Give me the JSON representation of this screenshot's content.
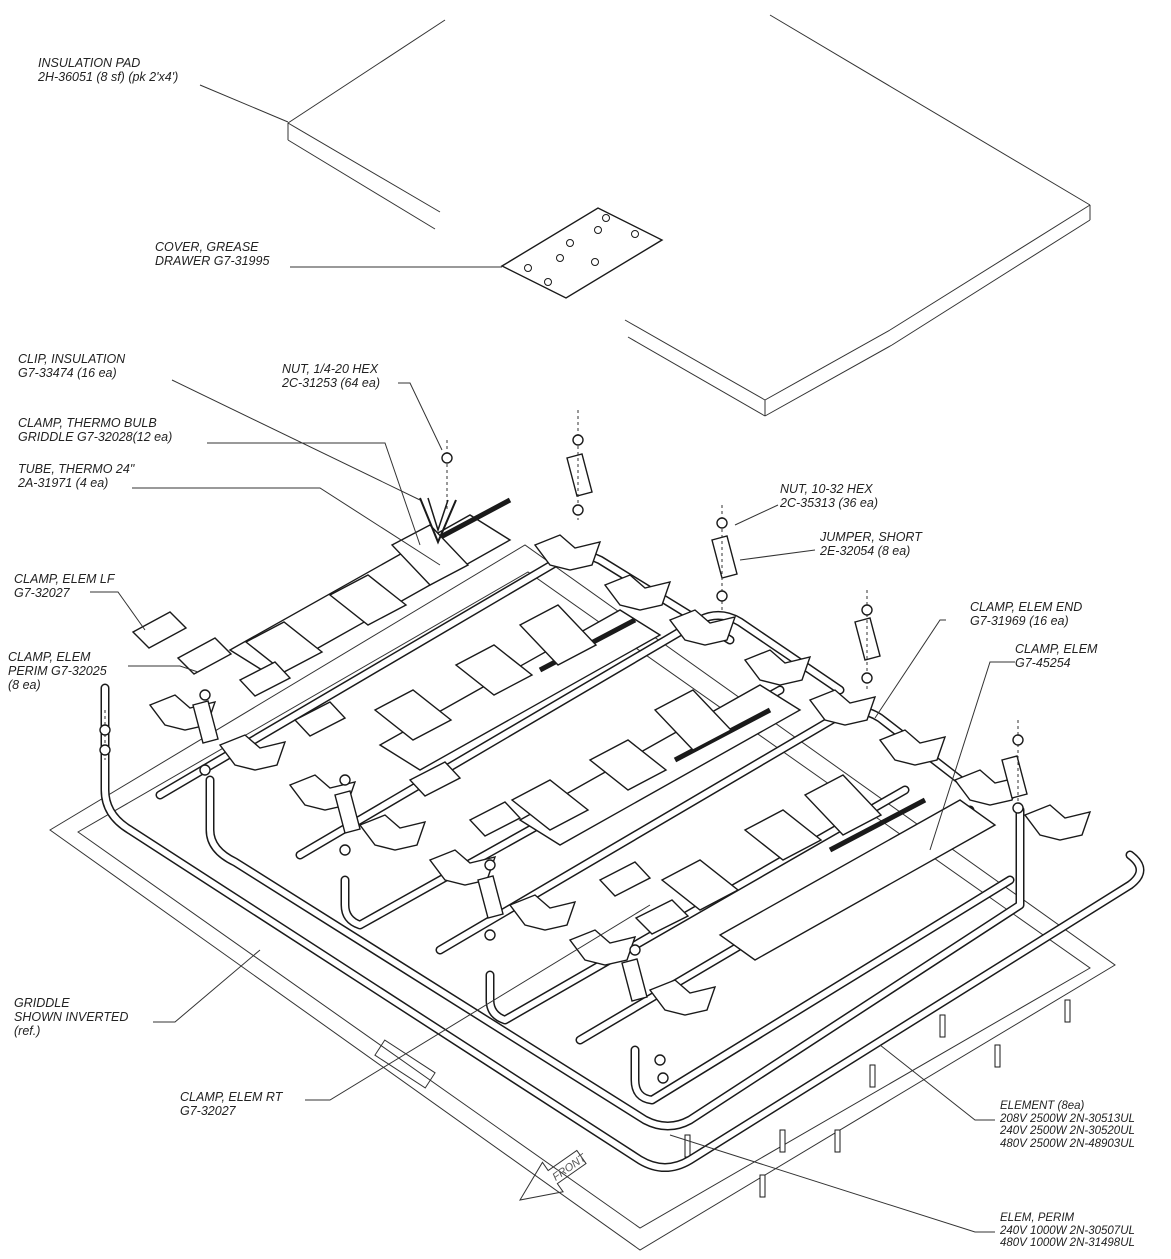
{
  "callouts": {
    "insulation_pad": {
      "line1": "INSULATION PAD",
      "line2": "2H-36051 (8 sf) (pk 2'x4')"
    },
    "cover_grease": {
      "line1": "COVER, GREASE",
      "line2": "DRAWER  G7-31995"
    },
    "clip_insulation": {
      "line1": "CLIP, INSULATION",
      "line2": "G7-33474 (16 ea)"
    },
    "nut_quarter": {
      "line1": "NUT, 1/4-20 HEX",
      "line2": "2C-31253 (64 ea)"
    },
    "clamp_thermo_bulb": {
      "line1": "CLAMP, THERMO BULB",
      "line2": "GRIDDLE  G7-32028(12 ea)"
    },
    "tube_thermo": {
      "line1": "TUBE, THERMO 24\"",
      "line2": "2A-31971 (4 ea)"
    },
    "nut_10_32": {
      "line1": "NUT, 10-32 HEX",
      "line2": "2C-35313 (36 ea)"
    },
    "jumper_short": {
      "line1": "JUMPER, SHORT",
      "line2": "2E-32054 (8 ea)"
    },
    "clamp_elem_lf": {
      "line1": "CLAMP, ELEM LF",
      "line2": "G7-32027"
    },
    "clamp_elem_end": {
      "line1": "CLAMP, ELEM END",
      "line2": "G7-31969   (16 ea)"
    },
    "clamp_elem_perim": {
      "line1": "CLAMP, ELEM",
      "line2": "PERIM  G7-32025",
      "line3": "(8 ea)"
    },
    "clamp_elem": {
      "line1": "CLAMP, ELEM",
      "line2": "G7-45254"
    },
    "griddle": {
      "line1": "GRIDDLE",
      "line2": "SHOWN INVERTED",
      "line3": "(ref.)"
    },
    "clamp_elem_rt": {
      "line1": "CLAMP, ELEM RT",
      "line2": "G7-32027"
    },
    "element": {
      "line1": "ELEMENT (8ea)",
      "line2": "208V 2500W  2N-30513UL",
      "line3": "240V 2500W  2N-30520UL",
      "line4": "480V 2500W  2N-48903UL"
    },
    "elem_perim": {
      "line1": "ELEM, PERIM",
      "line2": "240V 1000W  2N-30507UL",
      "line3": "480V 1000W  2N-31498UL"
    }
  },
  "front_arrow_label": "FRONT",
  "colors": {
    "ink": "#1a1a1a",
    "paper": "#ffffff"
  }
}
